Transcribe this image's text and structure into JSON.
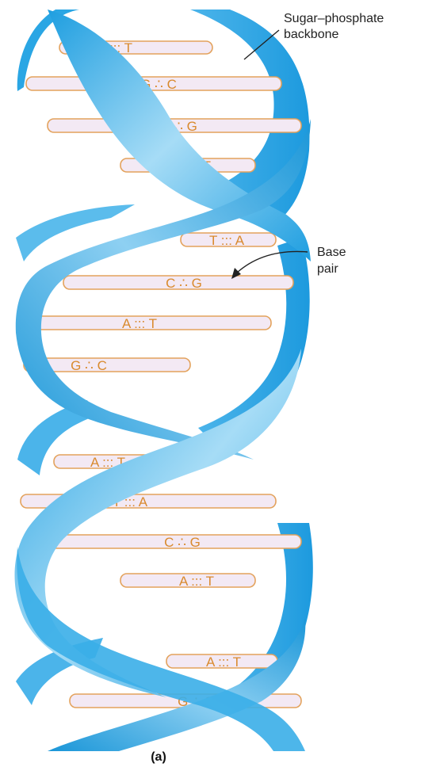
{
  "labels": {
    "backbone_line1": "Sugar–phosphate",
    "backbone_line2": "backbone",
    "base_pair_line1": "Base",
    "base_pair_line2": "pair",
    "caption": "(a)"
  },
  "base_pairs": [
    "A ::: T",
    "G ∴ C",
    "C ∴ G",
    "A ::: T",
    "T ::: A",
    "C ∴ G",
    "A ::: T",
    "G ∴ C",
    "A ::: T",
    "T ::: A",
    "C ∴ G",
    "A ::: T",
    "A ::: T",
    "G ∴ C"
  ],
  "colors": {
    "backbone_dark": "#1e9ee0",
    "backbone_light": "#9fd8f5",
    "rung_fill": "#f3e9f4",
    "rung_stroke": "#e3a25c",
    "letter": "#d98a2e"
  }
}
